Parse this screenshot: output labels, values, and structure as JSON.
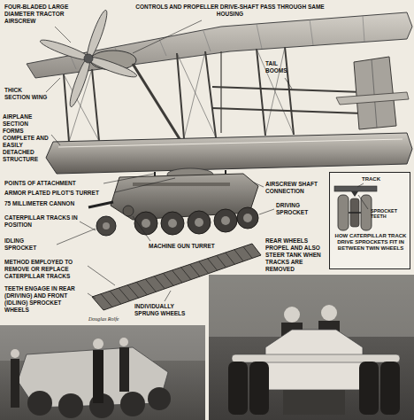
{
  "diagram": {
    "nodes": [
      {
        "text": [
          "TRACK",
          "SPROCKET TEETH",
          "HOW CATERPILLAR TRACK DRIVE SPROCKETS FIT IN BETWEEN TWIN WHEELS"
        ]
      }
    ],
    "labels": [
      "FOUR-BLADED LARGE DIAMETER TRACTOR AIRSCREW",
      "CONTROLS AND PROPELLER DRIVE-SHAFT PASS THROUGH SAME HOUSING",
      "THICK SECTION WING",
      "TAIL BOOMS",
      "AIRPLANE SECTION FORMS COMPLETE AND EASILY DETACHED STRUCTURE",
      "POINTS OF ATTACHMENT",
      "ARMOR PLATED PILOT'S TURRET",
      "75 MILLIMETER CANNON",
      "CATERPILLAR TRACKS IN POSITION",
      "AIRSCREW SHAFT CONNECTION",
      "DRIVING SPROCKET",
      "REAR WHEELS PROPEL AND ALSO STEER TANK WHEN TRACKS ARE REMOVED",
      "IDLING SPROCKET",
      "MACHINE GUN TURRET",
      "METHOD EMPLOYED TO REMOVE OR REPLACE CATERPILLAR TRACKS",
      "TEETH ENGAGE IN REAR (DRIVING) AND FRONT (IDLING) SPROCKET WHEELS",
      "INDIVIDUALLY SPRUNG WHEELS",
      "Douglas Rolfe"
    ]
  }
}
